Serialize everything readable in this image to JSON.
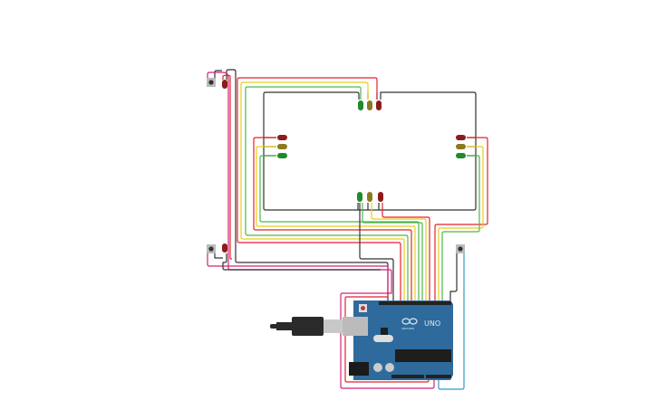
{
  "board": {
    "model_label": "UNO",
    "brand_label": "ARDUINO"
  },
  "colors": {
    "wire_red": "#e4222c",
    "wire_yellow": "#e6cf1e",
    "wire_green": "#4db84a",
    "wire_black": "#333333",
    "wire_magenta": "#d2237c",
    "wire_blue": "#2c9bd1",
    "board": "#2e6a9c",
    "led_red": "#8e1b1b",
    "led_yellow": "#8a7a1e",
    "led_green": "#1f8a2a"
  },
  "led_groups": [
    {
      "position": "top",
      "colors": [
        "green",
        "yellow",
        "red"
      ]
    },
    {
      "position": "left",
      "colors": [
        "red",
        "yellow",
        "green"
      ]
    },
    {
      "position": "right",
      "colors": [
        "red",
        "yellow",
        "green"
      ]
    },
    {
      "position": "bottom",
      "colors": [
        "green",
        "yellow",
        "red"
      ]
    }
  ]
}
